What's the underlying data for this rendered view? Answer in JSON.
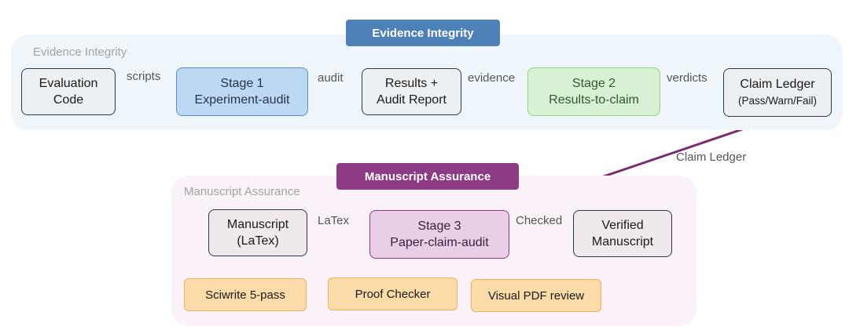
{
  "evidence": {
    "banner": "Evidence Integrity",
    "panel_label": "Evidence Integrity",
    "nodes": {
      "evaluation_code": [
        "Evaluation",
        "Code"
      ],
      "stage1": [
        "Stage 1",
        "Experiment-audit"
      ],
      "results_audit": [
        "Results +",
        "Audit Report"
      ],
      "stage2": [
        "Stage 2",
        "Results-to-claim"
      ],
      "claim_ledger": [
        "Claim Ledger",
        "(Pass/Warn/Fail)"
      ]
    },
    "edges": {
      "scripts": "scripts",
      "audit": "audit",
      "evidence": "evidence",
      "verdicts": "verdicts"
    }
  },
  "cross_edge_label": "Claim Ledger",
  "manuscript": {
    "banner": "Manuscript Assurance",
    "panel_label": "Manuscript Assurance",
    "nodes": {
      "manuscript": [
        "Manuscript",
        "(LaTex)"
      ],
      "stage3": [
        "Stage 3",
        "Paper-claim-audit"
      ],
      "verified": [
        "Verified",
        "Manuscript"
      ]
    },
    "edges": {
      "latex": "LaTex",
      "checked": "Checked"
    },
    "tools": [
      "Sciwrite 5-pass",
      "Proof Checker",
      "Visual PDF review"
    ]
  },
  "colors": {
    "evidence_banner": "#4f81b9",
    "manuscript_banner": "#8e3b86",
    "blue_arrow": "#2e5f96",
    "green_arrow": "#8fd27f",
    "purple_arrow": "#7a2c73"
  }
}
